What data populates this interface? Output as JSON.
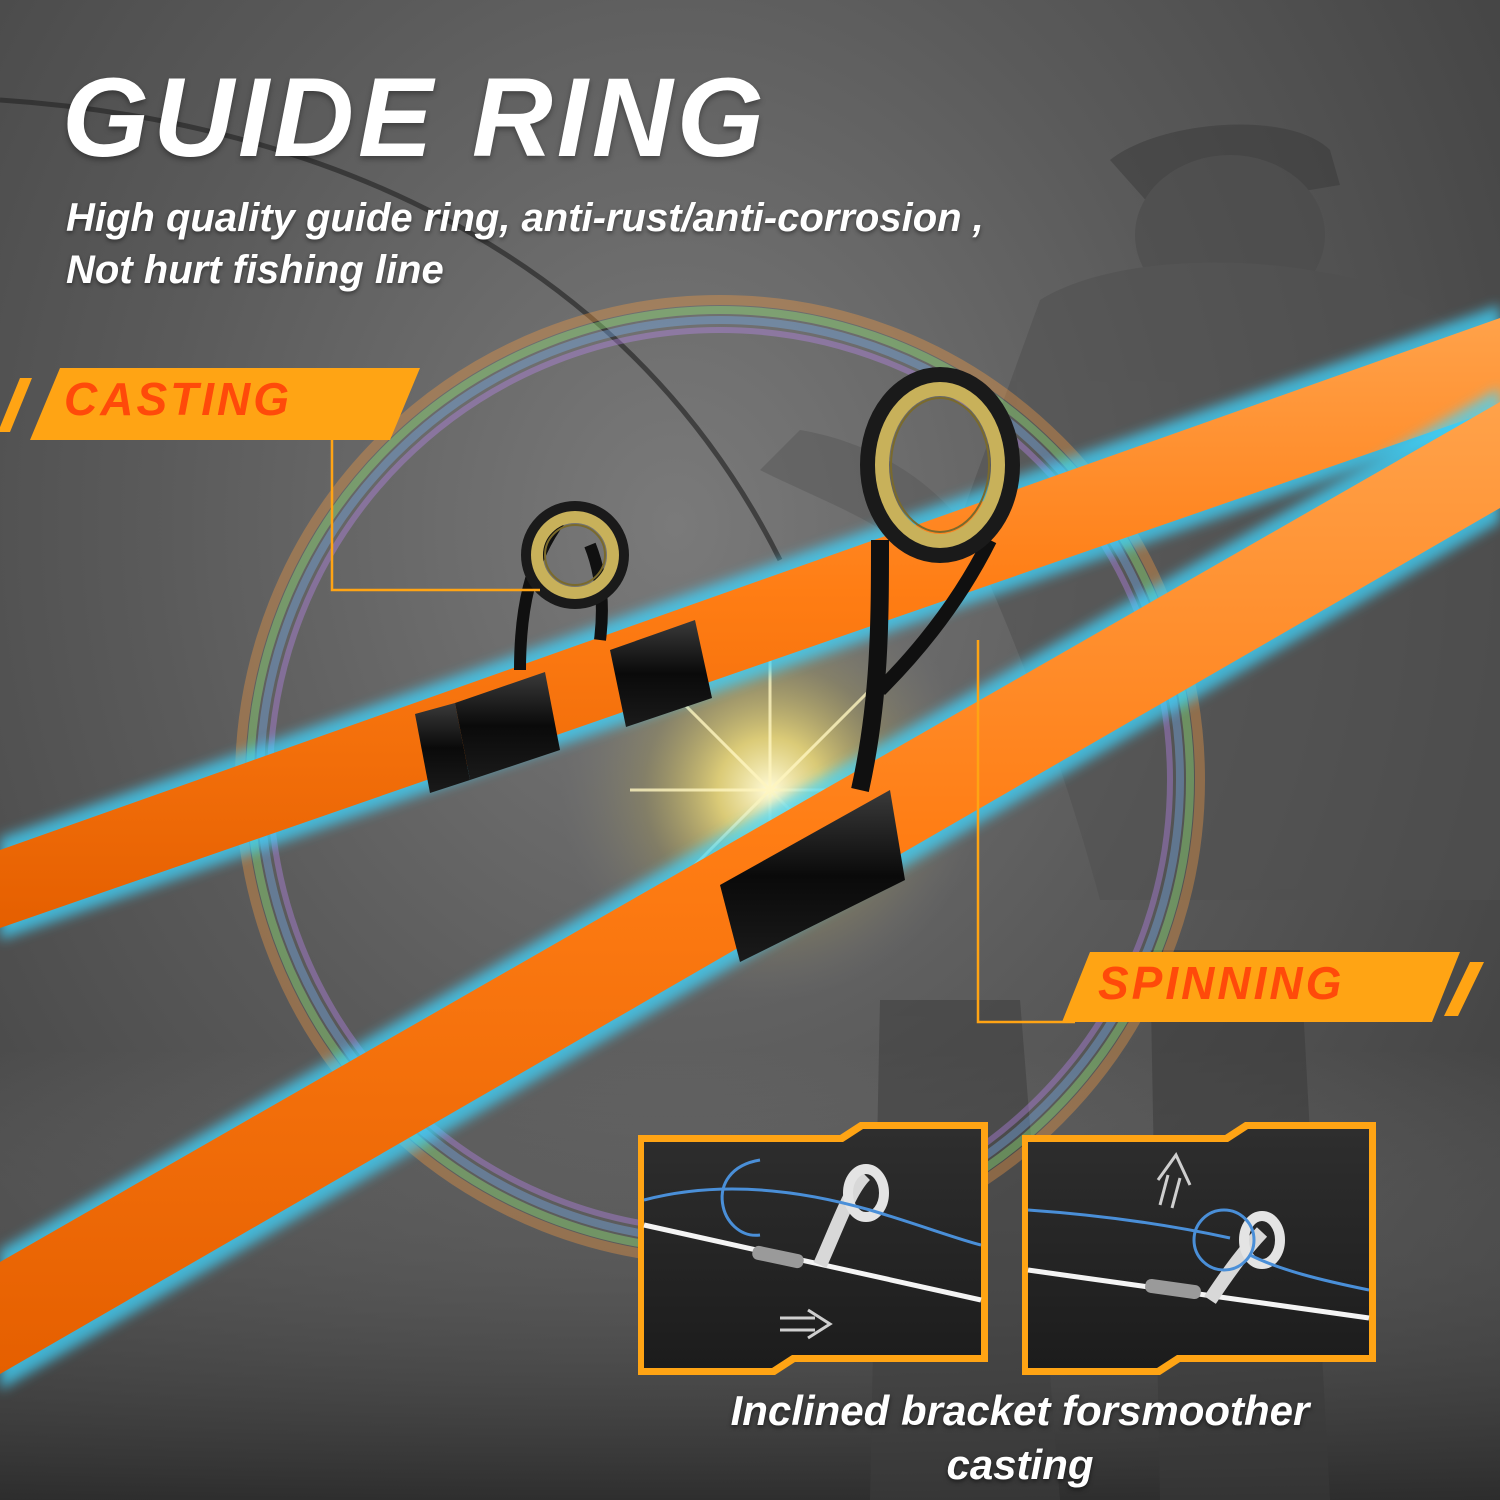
{
  "heading": "GUIDE RING",
  "subtitle": {
    "line1": "High quality guide ring, anti-rust/anti-corrosion ,",
    "line2": "Not hurt fishing line"
  },
  "tags": {
    "casting": "CASTING",
    "spinning": "SPINNING"
  },
  "caption": {
    "line1": "Inclined bracket forsmoother",
    "line2": "casting"
  },
  "colors": {
    "rod_orange": "#ff7d14",
    "tag_yellow": "#ffa414",
    "tag_text": "#ff4a0a",
    "glow_blue": "#3fd6ff",
    "ring_gold": "#c8b15a"
  },
  "icons": {
    "arrow_right": "right-arrow-icon",
    "arrow_up": "up-arrow-icon"
  }
}
